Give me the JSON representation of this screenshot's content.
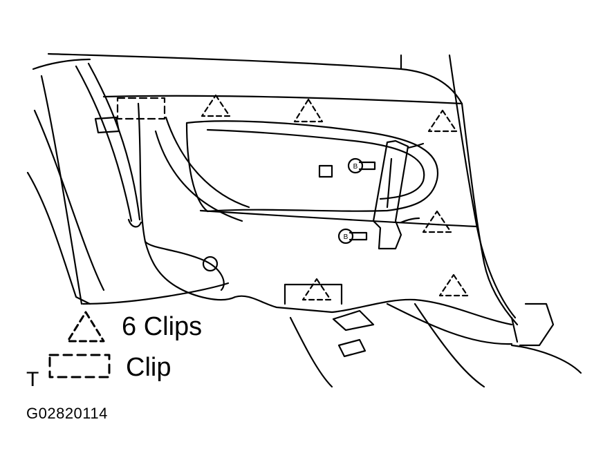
{
  "legend": {
    "triangle_clips_label": "6 Clips",
    "rect_clip_label": "Clip"
  },
  "marker": "T",
  "figure_code": "G02820114",
  "bolt_labels": [
    "B",
    "B"
  ],
  "colors": {
    "line": "#000000",
    "background": "#ffffff"
  },
  "icons": [
    "triangle-clip-icon",
    "rect-clip-icon",
    "bolt-icon"
  ]
}
